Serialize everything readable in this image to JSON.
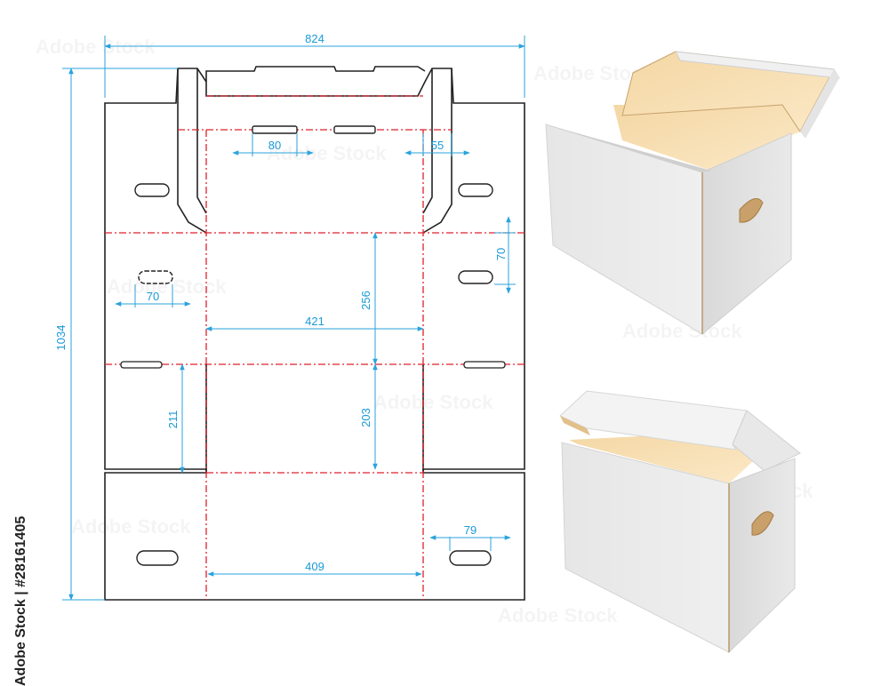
{
  "diagram": {
    "dimensions": {
      "total_width": "824",
      "total_height": "1034",
      "top_slot": "80",
      "top_tab": "55",
      "side_hole_width": "70",
      "side_hole_gap": "70",
      "panel_width": "421",
      "panel_depth": "256",
      "flap_height": "211",
      "lower_depth": "203",
      "base_width": "409",
      "handle_hole": "79"
    },
    "stock_id": "Adobe Stock | #28161405",
    "colors": {
      "cut_line": "#222222",
      "crease_line": "#e0202a",
      "dimension": "#1a9ad6",
      "box_outer": "#e8e8e8",
      "box_inner": "#f7d9a3"
    },
    "illustrations": [
      {
        "name": "open-box-flap-back",
        "lid": "open"
      },
      {
        "name": "open-box-flap-tilted",
        "lid": "half-open"
      }
    ]
  }
}
